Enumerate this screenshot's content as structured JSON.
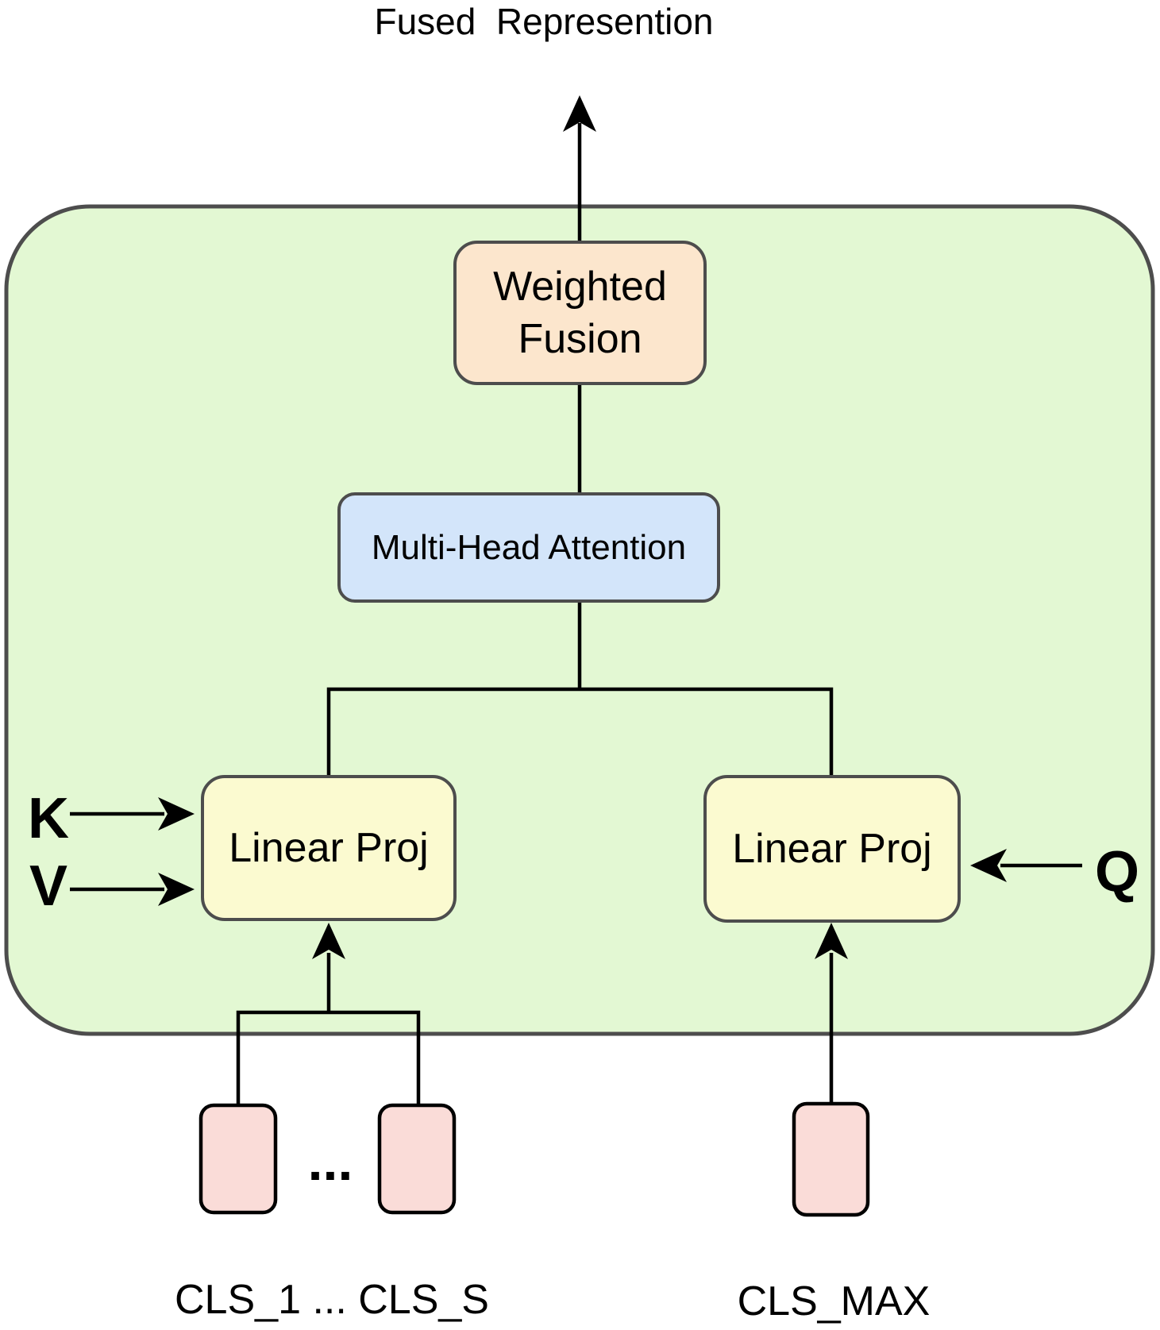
{
  "title": "Fused  Represention",
  "nodes": {
    "weighted_fusion": {
      "lines": [
        "Weighted",
        "Fusion"
      ]
    },
    "multi_head_attention": {
      "label": "Multi-Head Attention"
    },
    "linear_proj_kv": {
      "label": "Linear Proj"
    },
    "linear_proj_q": {
      "label": "Linear Proj"
    }
  },
  "io_labels": {
    "key": "K",
    "value": "V",
    "query": "Q"
  },
  "inputs": {
    "cls_tokens_label": "CLS_1 ... CLS_S",
    "ellipsis": "...",
    "cls_max_label": "CLS_MAX"
  },
  "colors": {
    "background": "#ffffff",
    "container_fill": "#e3f8d3",
    "container_stroke": "#4d4d4d",
    "weighted_fusion_fill": "#fce6cd",
    "attention_fill": "#d3e5fa",
    "linear_proj_fill": "#fbfad0",
    "token_fill": "#fadcd8",
    "node_stroke": "#4d4d4d",
    "line_color": "#000000"
  }
}
